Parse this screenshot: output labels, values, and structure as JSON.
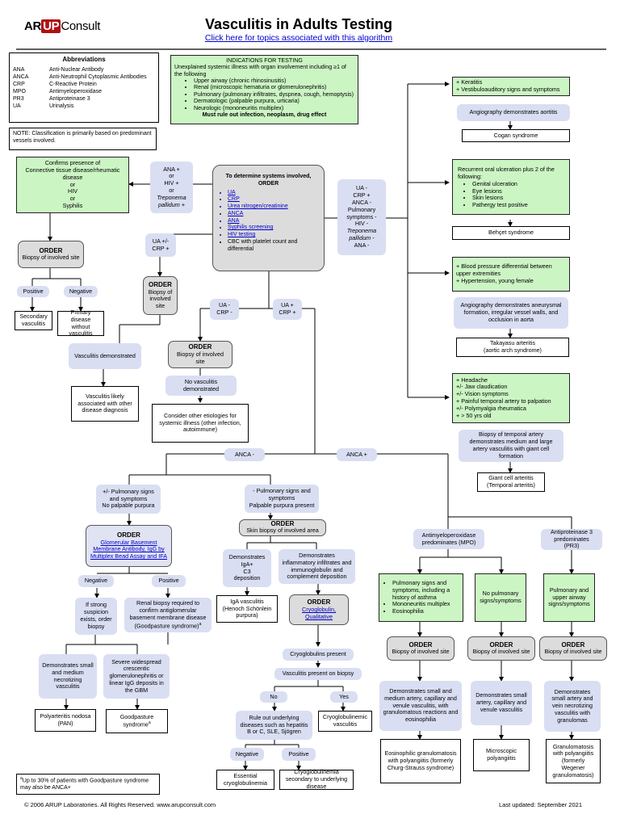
{
  "header": {
    "logo_ar": "AR",
    "logo_up": "UP",
    "logo_consult": "Consult",
    "title": "Vasculitis in Adults Testing",
    "link": "Click here for topics associated with this algorithm"
  },
  "abbreviations": {
    "heading": "Abbreviations",
    "items": [
      {
        "abbr": "ANA",
        "full": "Anti-Nuclear Antibody"
      },
      {
        "abbr": "ANCA",
        "full": "Anti-Neutrophil Cytoplasmic Antibodies"
      },
      {
        "abbr": "CRP",
        "full": "C-Reactive Protein"
      },
      {
        "abbr": "MPO",
        "full": "Antimyeloperoxidase"
      },
      {
        "abbr": "PR3",
        "full": "Antiproteinase 3"
      },
      {
        "abbr": "UA",
        "full": "Urinalysis"
      }
    ]
  },
  "note": "NOTE: Classification is primarily based on predominant vessels involved.",
  "indications": {
    "heading": "INDICATIONS FOR TESTING",
    "intro": "Unexplained systemic illness with organ involvement including ≥1 of the following",
    "items": [
      "Upper airway (chronic rhinosinusitis)",
      "Renal (microscopic hematuria or glomerulonephritis)",
      "Pulmonary (pulmonary infiltrates, dyspnea, cough, hemoptysis)",
      "Dermatologic (palpable purpura, urticaria)",
      "Neurologic (mononeuritis multiplex)"
    ],
    "footer": "Must rule out infection, neoplasm, drug effect"
  },
  "center": {
    "heading": "To determine systems involved,",
    "order": "ORDER",
    "tests_linked": [
      "UA",
      "CRP",
      "Urea nitrogen/creatinine",
      "ANCA",
      "ANA",
      "Syphilis screening",
      "HIV testing"
    ],
    "test_plain": "CBC with platelet count and differential"
  },
  "left": {
    "ana_l1": "ANA +",
    "ana_l2": "or",
    "ana_l3": "HIV +",
    "ana_l4": "or",
    "ana_l5": "Treponema",
    "ana_l6": "pallidum +",
    "ct_l1": "Confirms presence of",
    "ct_l2": "Connective tissue disease/rheumatic disease",
    "ct_l3": "or",
    "ct_l4": "HIV",
    "ct_l5": "or",
    "ct_l6": "Syphilis",
    "order1": "ORDER",
    "order1_sub": "Biopsy of involved site",
    "positive": "Positive",
    "negative": "Negative",
    "secondary": "Secondary vasculitis",
    "primary": "Primary disease without vasculitis",
    "ua_crp1_l1": "UA +/-",
    "ua_crp1_l2": "CRP +",
    "order2": "ORDER",
    "order2_sub": "Biopsy of involved site",
    "ua_crp2_l1": "UA -",
    "ua_crp2_l2": "CRP -",
    "ua_crp3_l1": "UA +",
    "ua_crp3_l2": "CRP +",
    "order3": "ORDER",
    "order3_sub": "Biopsy of involved site",
    "vasc_dem": "Vasculitis demonstrated",
    "no_vasc": "No vasculitis demonstrated",
    "vasc_likely": "Vasculitis likely associated with other disease diagnosis",
    "consider": "Consider other etiologies for systemic illness (other infection, autoimmune)"
  },
  "right_mid": {
    "l1": "UA -",
    "l2": "CRP +",
    "l3": "ANCA -",
    "l4": "Pulmonary symptoms -",
    "l5": "HIV -",
    "l6": "Treponema",
    "l7": "pallidum -",
    "l8": "ANA -"
  },
  "right": {
    "cogan_features": [
      "+ Keratitis",
      "+ Vestibuloauditory signs and symptoms"
    ],
    "cogan_angio": "Angiography demonstrates aortitis",
    "cogan": "Cogan syndrome",
    "behcet_intro": "Recurrent oral ulceration plus 2 of the following:",
    "behcet_items": [
      "Genital ulceration",
      "Eye lesions",
      "Skin lesions",
      "Pathergy test positive"
    ],
    "behcet": "Behçet syndrome",
    "taka_features": [
      "+ Blood pressure differential between upper extremities",
      "+ Hypertension, young female"
    ],
    "taka_angio": "Angiography demonstrates aneurysmal formation, irregular vessel walls, and occlusion in aorta",
    "taka_l1": "Takayasu arteritis",
    "taka_l2": "(aortic arch syndrome)",
    "gca_features": [
      "+ Headache",
      "+/- Jaw claudication",
      "+/- Vision symptoms",
      "+ Painful temporal artery to palpation",
      "+/- Polymyalgia rheumatica",
      "+ > 50 yrs old"
    ],
    "gca_biopsy": "Biopsy of temporal artery demonstrates medium and large artery vasculitis with giant cell formation",
    "gca_l1": "Giant cell arteritis",
    "gca_l2": "(Temporal arteritis)"
  },
  "anca_neg": {
    "label": "ANCA -",
    "no_pulm_l1": "+/- Pulmonary signs",
    "no_pulm_l2": "and symptoms",
    "no_pulm_l3": "No palpable purpura",
    "order_gbm": "ORDER",
    "gbm_link": "Glomerular Basement Membrane Antibody, IgG by Multiplex Bead Assay and IFA",
    "negative": "Negative",
    "positive": "Positive",
    "suspicion": "If strong suspicion exists, order biopsy",
    "renal": "Renal biopsy required to confirm antiglomerular basement membrane disease (Goodpasture syndrome)",
    "renal_sup": "a",
    "necro": "Demonstrates small and medium necrotizing vasculitis",
    "severe": "Severe widespread crescentic glomerulonephritis or linear IgG deposits in the GBM",
    "pan_l1": "Polyarteritis nodosa",
    "pan_l2": "(PAN)",
    "good": "Goodpasture syndrome",
    "good_sup": "a",
    "pulm_pp_l1": "- Pulmonary signs and",
    "pulm_pp_l2": "symptoms",
    "pulm_pp_l3": "Palpable purpura present",
    "order_skin": "ORDER",
    "order_skin_sub": "Skin biopsy of involved area",
    "iga_dep_l1": "Demonstrates",
    "iga_dep_l2": "IgA+",
    "iga_dep_l3": "C3",
    "iga_dep_l4": "deposition",
    "inflam": "Demonstrates inflammatory infiltrates and immunoglobulin and complement deposition",
    "iga_l1": "IgA vasculitis",
    "iga_l2": "(Henoch Schönlein",
    "iga_l3": "purpura)",
    "order_cryo": "ORDER",
    "cryo_link": "Cryoglobulin, Qualitative",
    "cryo_present": "Cryoglobulins present",
    "vasc_biopsy": "Vasculitis present on biopsy",
    "no": "No",
    "yes": "Yes",
    "ruleout": "Rule out underlying diseases such as hepatitis B or C, SLE, Sjögren",
    "cryo_vasc": "Cryoglobulinemic vasculitis",
    "negative2": "Negative",
    "positive2": "Positive",
    "essential": "Essential cryoglobulinemia",
    "secondary_cryo": "Cryoglobulinemia secondary to underlying disease"
  },
  "anca_pos": {
    "label": "ANCA +",
    "mpo_l1": "Antimyeloperoxidase",
    "mpo_l2": "predominates (MPO)",
    "pr3_l1": "Antiproteinase 3",
    "pr3_l2": "predominates",
    "pr3_l3": "(PR3)",
    "egpa_items": [
      "Pulmonary signs and symptoms, including a history of asthma",
      "Mononeuritis multiplex",
      "Eosinophilia"
    ],
    "no_pulm": "No pulmonary signs/symptoms",
    "pulm_upper": "Pulmonary and upper airway signs/symptoms",
    "order": "ORDER",
    "order_sub": "Biopsy of involved site",
    "egpa_dem": "Demonstrates small and medium artery, capillary and venule vasculitis, with granulomatous reactions and eosinophilia",
    "mpa_dem": "Demonstrates small artery, capillary and venule vasculitis",
    "gpa_dem": "Demonstrates small artery and vein necrotizing vasculitis with granulomas",
    "egpa": "Eosinophilic granulomatosis with polyangiitis (formerly Churg-Strauss syndrome)",
    "mpa": "Microscopic polyangiitis",
    "gpa": "Granulomatosis with polyangiitis (formerly Wegener granulomatosis)"
  },
  "footnote_sup": "a",
  "footnote": "Up to 30% of patients with Goodpasture syndrome may also be ANCA+",
  "footer": {
    "copyright": "© 2006 ARUP Laboratories. All Rights Reserved.   www.arupconsult.com",
    "updated": "Last updated: September 2021"
  }
}
